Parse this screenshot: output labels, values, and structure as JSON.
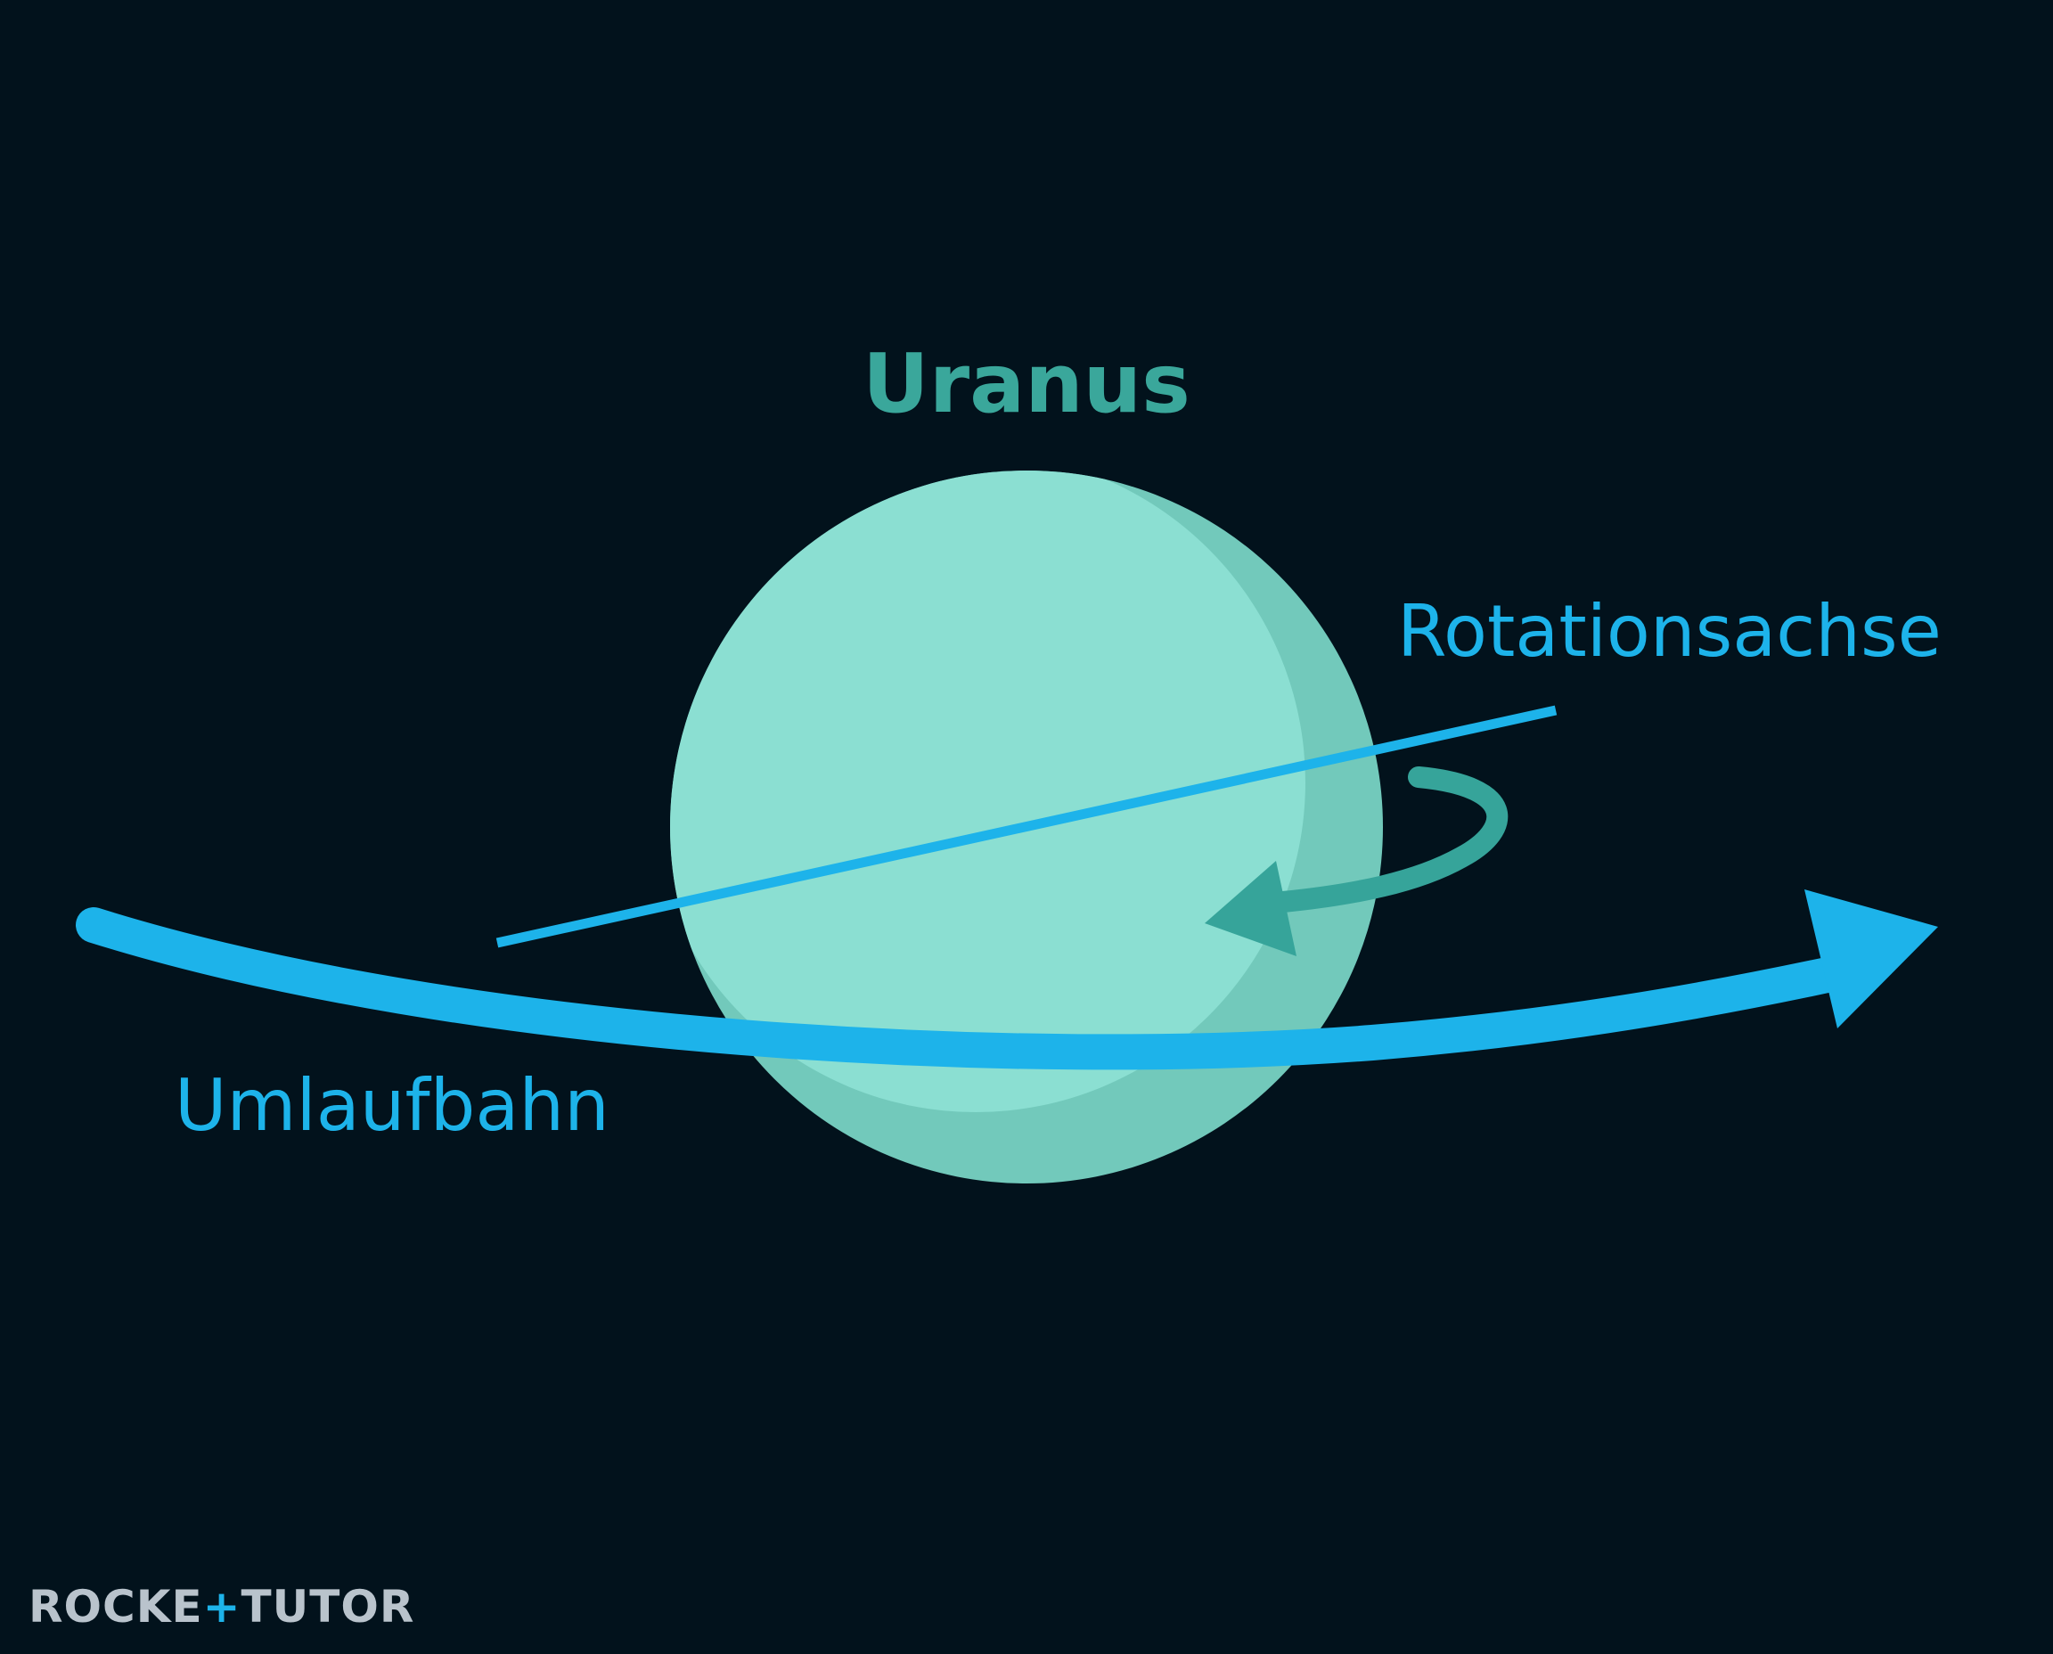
{
  "title": "Uranus",
  "labels": {
    "axis": "Rotationsachse",
    "orbit": "Umlaufbahn"
  },
  "logo": {
    "part1": "ROCKE",
    "plus": "+",
    "part2": "TUTOR"
  },
  "colors": {
    "background": "#02121c",
    "planet": "#8bdfd2",
    "planet_shade": "#72c9bb",
    "title": "#3aa79b",
    "axis": "#1db3ea",
    "orbit": "#1db3ea",
    "rotation_arrow": "#36a49a"
  },
  "icons": {
    "orbit_arrow": "arrow-right-icon",
    "rotation_arrow": "curved-arrow-icon"
  }
}
